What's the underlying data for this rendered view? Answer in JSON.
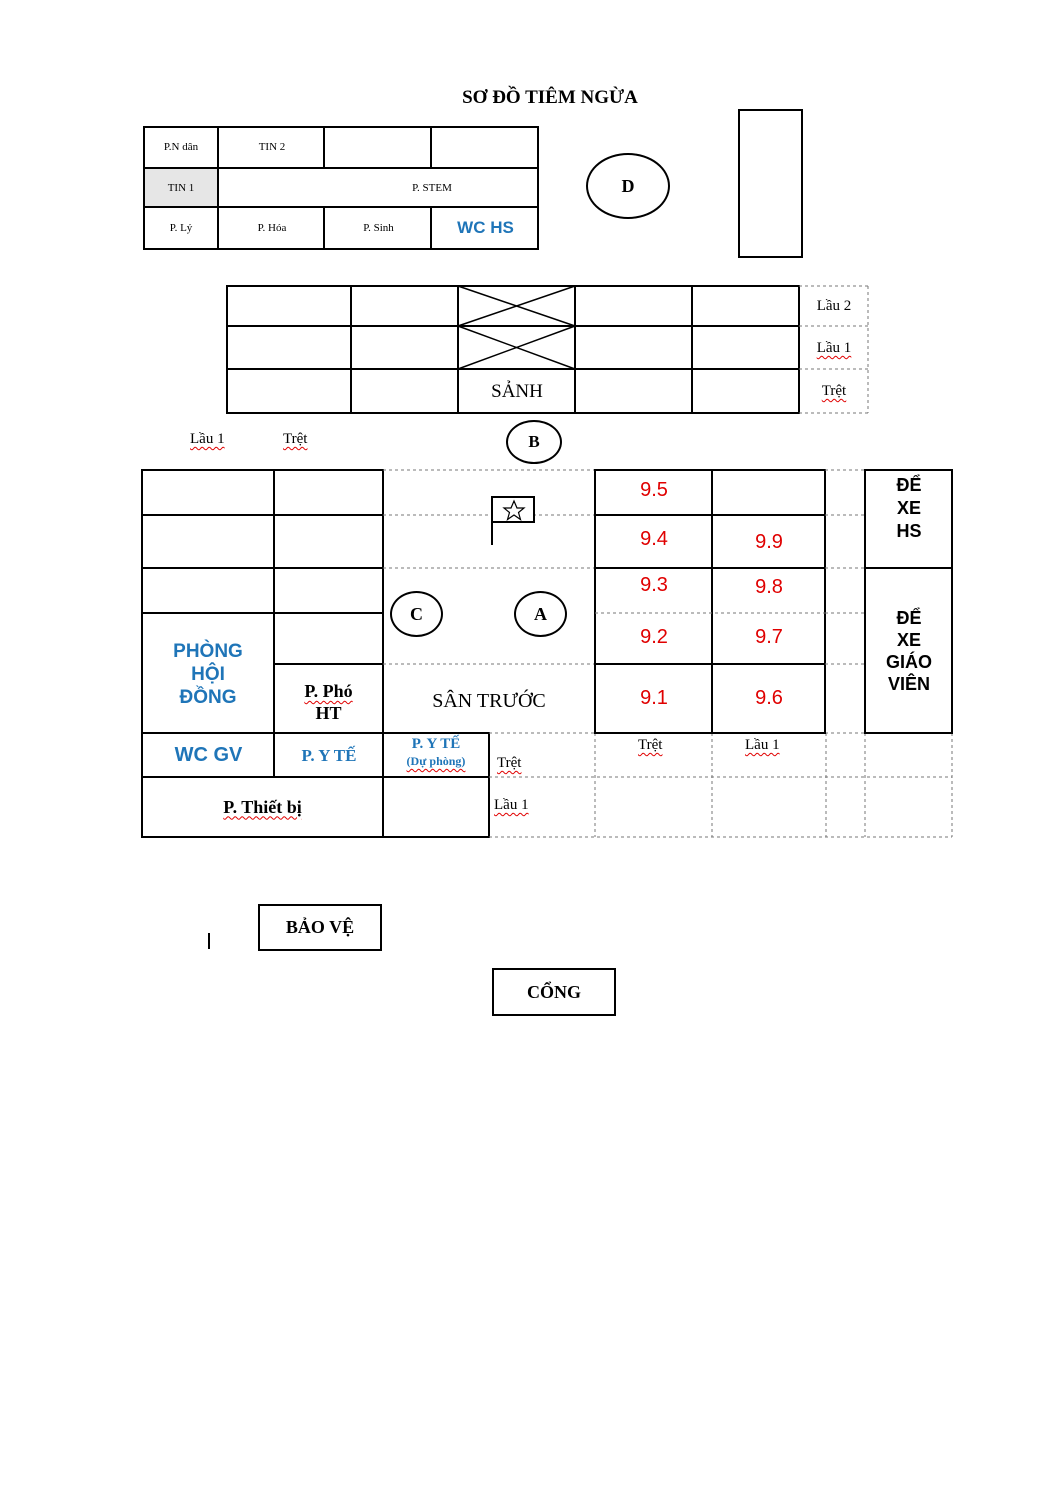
{
  "title": "SƠ ĐỒ TIÊM NGỪA",
  "top_block": {
    "p_n_dan": "P.N dân",
    "tin2": "TIN 2",
    "tin1": "TIN 1",
    "p_stem": "P. STEM",
    "p_ly": "P. Lý",
    "p_hoa": "P. Hóa",
    "p_sinh": "P. Sinh",
    "wc_hs": "WC HS"
  },
  "circles": {
    "d": "D",
    "b": "B",
    "c": "C",
    "a": "A"
  },
  "middle_block": {
    "sanh": "SẢNH",
    "lau2": "Lầu 2",
    "lau1": "Lầu 1",
    "tret": "Trệt"
  },
  "between_labels": {
    "lau1": "Lầu 1",
    "tret": "Trệt"
  },
  "main_block": {
    "phong_hoi_dong_1": "PHÒNG",
    "phong_hoi_dong_2": "HỘI",
    "phong_hoi_dong_3": "ĐỒNG",
    "p_pho_ht_1": "P. Phó",
    "p_pho_ht_2": "HT",
    "san_truoc": "SÂN TRƯỚC",
    "wc_gv": "WC GV",
    "p_y_te": "P. Y TẾ",
    "p_y_te_du_phong_1": "P. Y TẾ",
    "p_y_te_du_phong_2": "(Dự phòng)",
    "tret_left": "Trệt",
    "p_thiet_bi": "P. Thiết bị",
    "lau1_left": "Lầu 1",
    "rooms": [
      "9.5",
      "9.4",
      "9.9",
      "9.3",
      "9.8",
      "9.2",
      "9.7",
      "9.1",
      "9.6"
    ],
    "tret_right": "Trệt",
    "lau1_right": "Lầu 1",
    "de_xe_hs": [
      "ĐỂ",
      "XE",
      "HS"
    ],
    "de_xe_gv": [
      "ĐỂ",
      "XE",
      "GIÁO",
      "VIÊN"
    ]
  },
  "bao_ve": "BẢO VỆ",
  "cong": "CỔNG",
  "colors": {
    "blue": "#1f75b8",
    "red": "#e00000"
  }
}
